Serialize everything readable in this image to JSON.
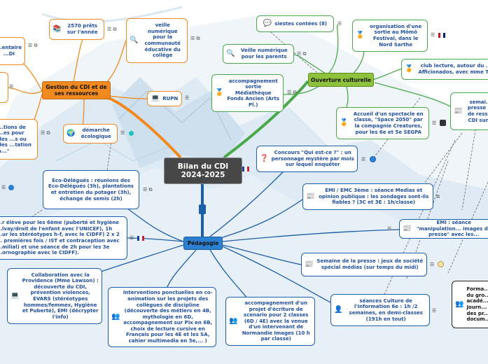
{
  "central": {
    "line1": "Bilan du CDI",
    "line2": "2024-2025"
  },
  "branches": {
    "gestion": "Gestion du CDI et de ses ressources",
    "ouverture": "Ouverture culturelle",
    "pedagogie": "Pédagogie"
  },
  "nodes": {
    "prets": "2570 prêts sur l'année",
    "veille_num": "veille numérique pour la communauté éducative du collège",
    "rupn": "RUPN",
    "demarche": "démarche écologique",
    "eco_delegues": "Eco-Délégués : réunions des Eco-Délégués (3h), plantations et entretien du potager (3h), échange de semis (2h)",
    "left_top": "...entaire ...DI",
    "left_mid": "...tions de ...es pour des ...s ou des ...tation à...\"",
    "siestes": "siestes contées (8)",
    "momo": "organisation d'une sortie au Mômô Festival, dans le Nord Sarthe",
    "club": "club lecture, autour du ... Afficionados, avec mme T...",
    "veille_parents": "Veille numérique pour les parents",
    "accomp_sortie": "accompagnement sortie Médiathèque Fonds Ancien (Arts Pl.)",
    "spectacle": "Accueil d'un spectacle en classe, \"Space 2050\" par la compagnie Creatures, pour les 6e et 5e SEGPA",
    "semaine_presse_r": "semai... presse ... de ress... CDI sur...",
    "concours": "Concours \"Qui est-ce ?\" : un personnage mystère par mois sur lequel enquêter",
    "emi_emc": "EMI / EMC 3ème : séance Medias et opinion publique : les sondages sont-ils fiables ? (3C et 3E : 1h/classe)",
    "emi_manip": "EMI : séance \"manipulation... images de presse\" avec les...",
    "eleve_6e": "...r élève pour les 6ème (puberté et hygiène ...lvay/droit de l'enfant avec l'UNICEF), 1h ...ur les stéréotypes h-f, avec le CIDFF) 2 x 2 ... premières fois / IST et contraception avec ...milial) et une séance de 2h pour les 3e ...ornographie avec le CIDFF).",
    "semaine_presse": "Semaine de la presse : jeux de société spécial médias (sur temps du midi)",
    "collab": "Collaboration avec la Providence (Mme Lawson) : découverte du CDI, prévention violences, EVARS (stéréotypes hommes/femmes, Hygiène et Puberté), EMI (décrypter l'info)",
    "interventions": "Interventions ponctuelles en co-animation sur les projets des collègues de discipline (découverte des métiers en 4B, mythologie en 6D, accompagnement sur Pix en 6B, choix de lecture cursive en Français pour les 4E et les SA, cahier multimedia en 5e,... )",
    "ecriture": "accompagnement d'un projet d'écriture de scenario pour 2 classes (6D / 4E) avec la venue d'un intervenant de Normandie Images (10 h par classe)",
    "culture_info": "séances Culture de l'Information 6e : 1h /2 semaines, en demi-classes (191h en tout)",
    "formation": "Forma... du gro... acadé... Journ... des pr... docum..."
  },
  "colors": {
    "green": "#4aa84a",
    "orange": "#f08a1e",
    "blue": "#1d5ea8",
    "ouverture_fill": "#8fc13d",
    "gestion_fill": "#f08a1e",
    "pedagogie_fill": "#2d7fd2"
  },
  "icons": [
    "books-icon",
    "search-icon",
    "computer-icon",
    "globe-icon",
    "chat-icon",
    "badge-icon",
    "question-icon",
    "newspaper-icon",
    "people-icon",
    "person-icon",
    "notes-icon",
    "link-icon",
    "flag-france-icon",
    "flag-uk-icon"
  ]
}
